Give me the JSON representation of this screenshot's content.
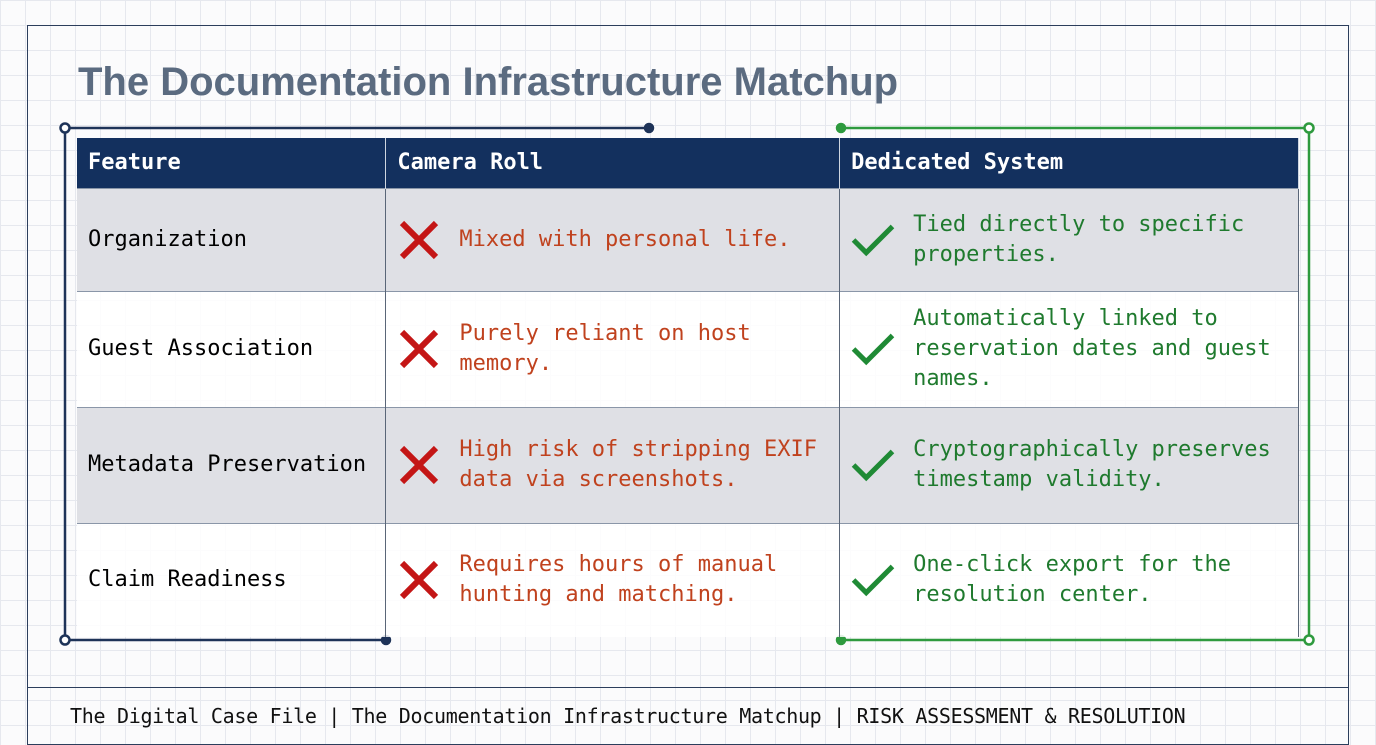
{
  "title": "The Documentation Infrastructure Matchup",
  "footer": "The Digital Case File | The Documentation Infrastructure Matchup | RISK ASSESSMENT & RESOLUTION",
  "colors": {
    "navy": "#13305e",
    "red": "#c0421e",
    "green": "#1f7a2e"
  },
  "table": {
    "headers": [
      "Feature",
      "Camera Roll",
      "Dedicated System"
    ],
    "rows": [
      {
        "feature": "Organization",
        "camera": "Mixed with personal life.",
        "dedicated": "Tied directly to specific properties."
      },
      {
        "feature": "Guest Association",
        "camera": "Purely reliant on host memory.",
        "dedicated": "Automatically linked to reservation dates and guest names."
      },
      {
        "feature": "Metadata Preservation",
        "camera": "High risk of stripping EXIF data via screenshots.",
        "dedicated": "Cryptographically preserves timestamp validity."
      },
      {
        "feature": "Claim Readiness",
        "camera": "Requires hours of manual hunting and matching.",
        "dedicated": "One-click export for the resolution center."
      }
    ]
  }
}
